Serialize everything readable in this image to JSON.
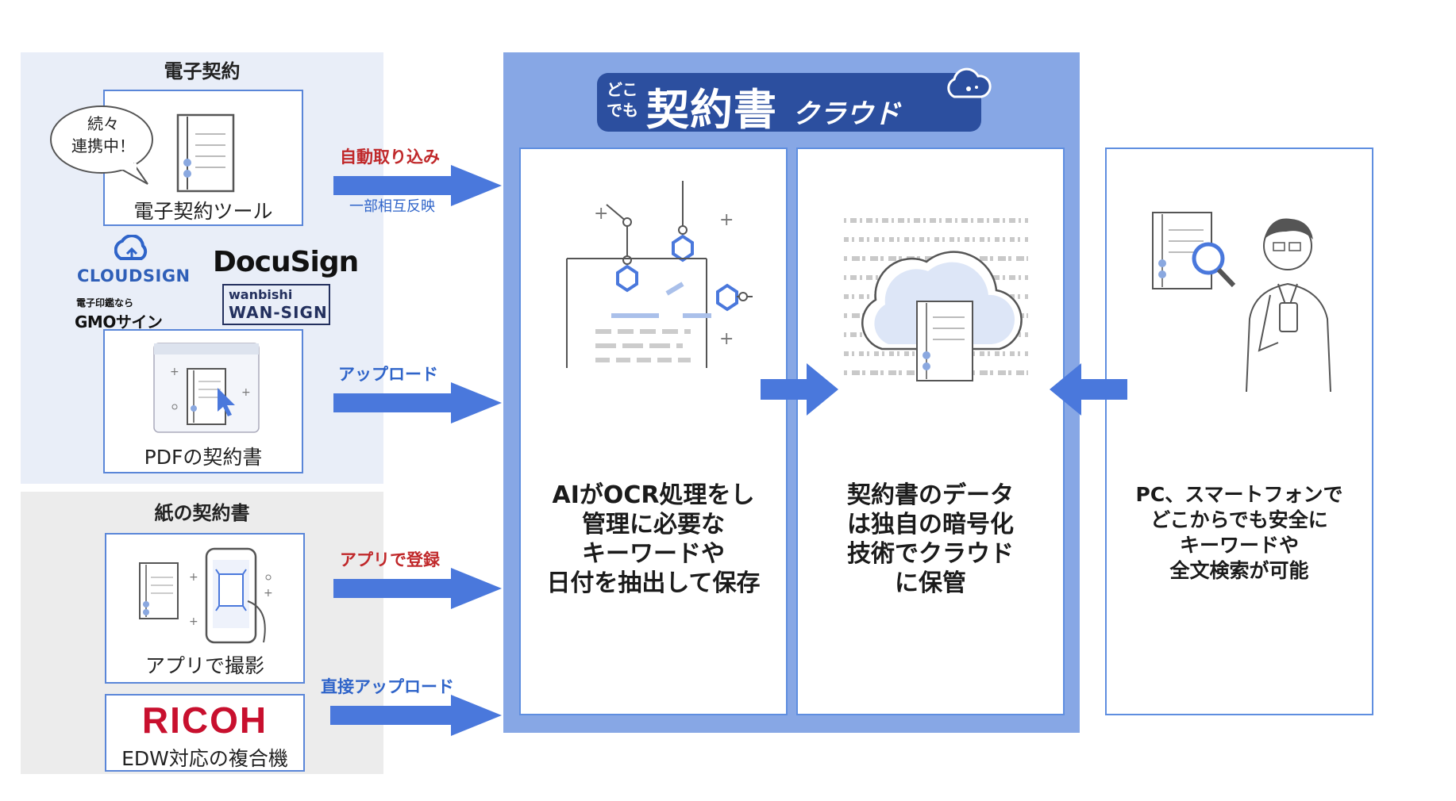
{
  "left": {
    "econtract": {
      "title": "電子契約",
      "tool_card_label": "電子契約ツール",
      "bubble_line1": "続々",
      "bubble_line2": "連携中！",
      "logo_cloudsign": "CLOUDSIGN",
      "logo_docusign": "DocuSign",
      "logo_gmo_top": "電子印鑑なら",
      "logo_gmo": "GMOサイン",
      "logo_wanbishi_top": "wanbishi",
      "logo_wansign": "WAN-SIGN",
      "pdf_card_label": "PDFの契約書"
    },
    "paper": {
      "title": "紙の契約書",
      "app_card_label": "アプリで撮影",
      "logo_ricoh": "RICOH",
      "mfp_label": "EDW対応の複合機"
    }
  },
  "arrows": {
    "auto_import": "自動取り込み",
    "partial_sync": "一部相互反映",
    "upload": "アップロード",
    "app_register": "アプリで登録",
    "direct_upload": "直接アップロード"
  },
  "product": {
    "logo_small_1": "どこ",
    "logo_small_2": "でも",
    "logo_main": "契約書",
    "logo_sub": "クラウド"
  },
  "columns": {
    "ai": [
      "AIがOCR処理をし",
      "管理に必要な",
      "キーワードや",
      "日付を抽出して保存"
    ],
    "cloud": [
      "契約書のデータ",
      "は独自の暗号化",
      "技術でクラウド",
      "に保管"
    ],
    "search": [
      "PC、スマートフォンで",
      "どこからでも安全に",
      "キーワードや",
      "全文検索が可能"
    ]
  },
  "colors": {
    "accent_blue": "#4a78dc",
    "box_blue": "#87a7e5",
    "red_label": "#c0282a",
    "ricoh_red": "#c8102e"
  }
}
